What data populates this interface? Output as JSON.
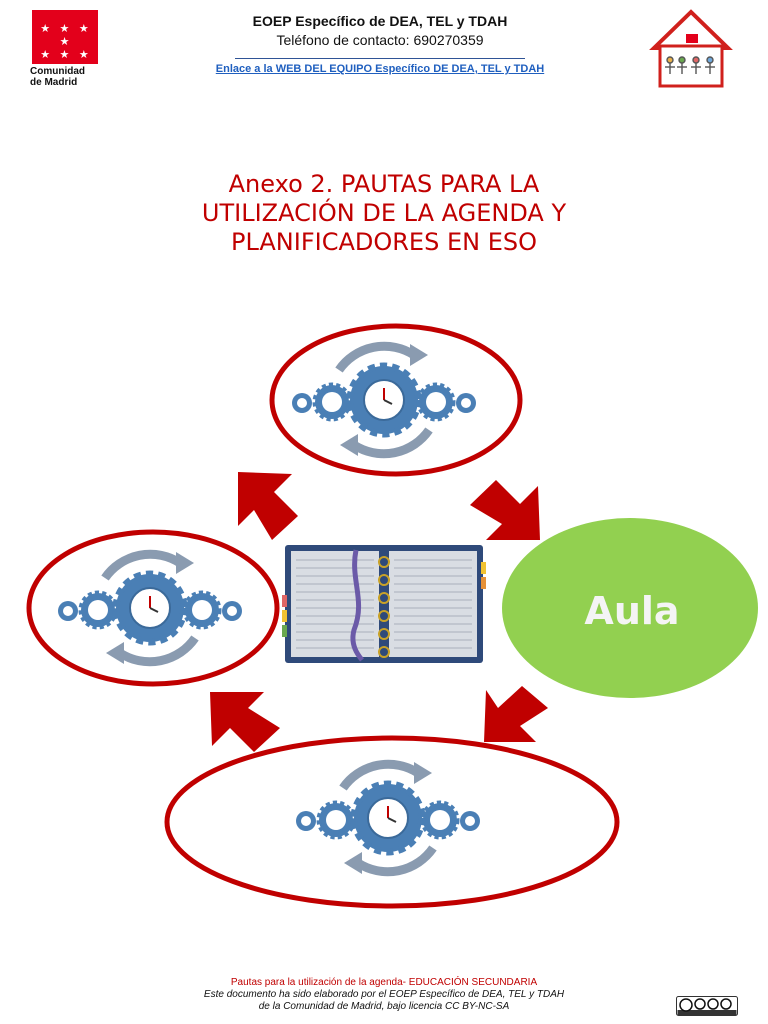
{
  "header": {
    "logo_text_line1": "Comunidad",
    "logo_text_line2": "de Madrid",
    "title": "EOEP Específico de DEA, TEL y TDAH",
    "phone": "Teléfono de contacto: 690270359",
    "link": "Enlace a la WEB DEL EQUIPO Específico DE DEA, TEL y TDAH"
  },
  "document": {
    "title_line1": "Anexo 2. PAUTAS PARA LA",
    "title_line2": "UTILIZACIÓN DE LA AGENDA Y",
    "title_line3": "PLANIFICADORES EN ESO"
  },
  "diagram": {
    "aula_label": "Aula",
    "icons": [
      "agenda-book-icon",
      "gears-clock-icon",
      "red-arrow-icon"
    ],
    "colors": {
      "accent_red": "#c00000",
      "aula_green": "#92d050",
      "gear_blue": "#4a7fb5"
    }
  },
  "footer": {
    "line1": "Pautas para la utilización de la agenda- EDUCACIÓN SECUNDARIA",
    "line2": "Este documento ha sido elaborado por el EOEP Específico de DEA, TEL y TDAH",
    "line3": "de la Comunidad de Madrid, bajo licencia CC BY-NC-SA"
  },
  "colors": {
    "title_red": "#c00000",
    "link_blue": "#1f5fbf",
    "madrid_red": "#e3001b"
  }
}
